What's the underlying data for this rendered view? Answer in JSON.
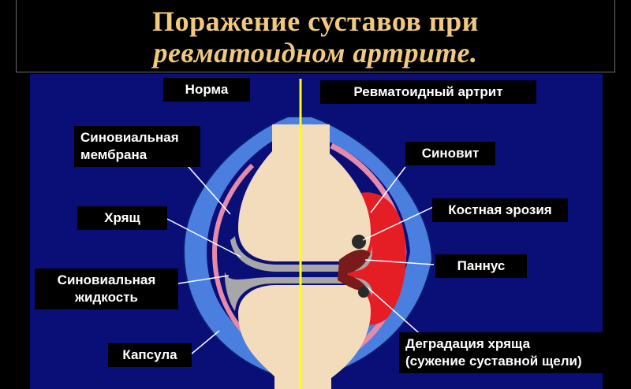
{
  "title": {
    "line1": "Поражение суставов при",
    "line2": "ревматоидном артрите."
  },
  "headers": {
    "norm": "Норма",
    "ra": "Ревматоидный артрит"
  },
  "labels_left": {
    "membrane_line1": "Синовиальная",
    "membrane_line2": "мембрана",
    "cartilage": "Хрящ",
    "fluid_line1": "Синовиальная",
    "fluid_line2": "жидкость",
    "capsule": "Капсула"
  },
  "labels_right": {
    "synovitis": "Синовит",
    "bone_erosion": "Костная эрозия",
    "pannus": "Паннус",
    "degradation_line1": "Деградация хряща",
    "degradation_line2": "(сужение суставной щели)"
  },
  "colors": {
    "title_text": "#f1c97e",
    "panel_background": "#0a0f78",
    "capsule": "#4a7fe0",
    "membrane": "#e58aa8",
    "bone": "#f3dcbc",
    "cartilage": "#a7a7a7",
    "synovitis": "#e51e26",
    "divider": "#ffff00"
  }
}
